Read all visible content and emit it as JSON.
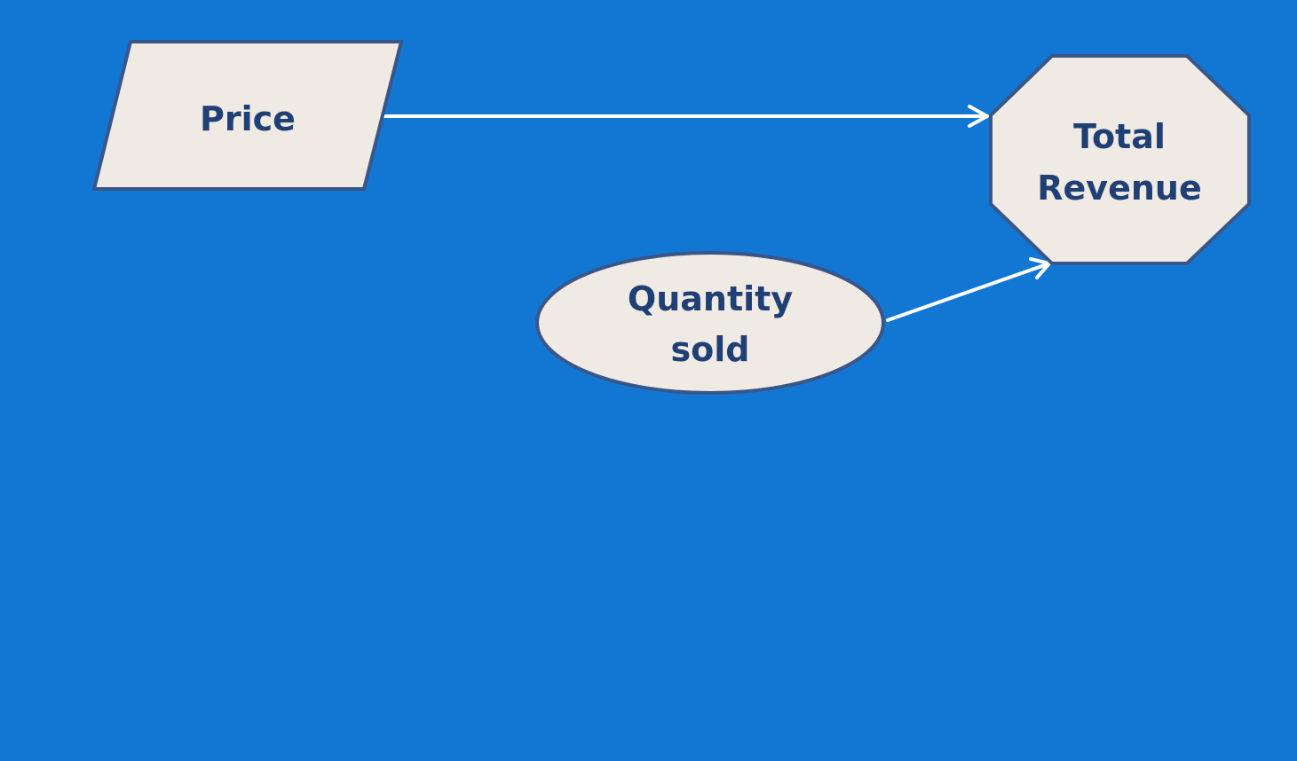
{
  "diagram": {
    "background_color": "#1276d3",
    "node_fill": "#efebe4",
    "node_stroke": "#3a5688",
    "label_color": "#203f74",
    "arrow_color": "#ffffff",
    "nodes": {
      "price": {
        "shape": "parallelogram",
        "label": "Price"
      },
      "quantity_sold": {
        "shape": "ellipse",
        "label_line1": "Quantity",
        "label_line2": "sold"
      },
      "total_revenue": {
        "shape": "octagon",
        "label_line1": "Total",
        "label_line2": "Revenue"
      }
    },
    "edges": [
      {
        "from": "Price",
        "to": "Total Revenue"
      },
      {
        "from": "Quantity sold",
        "to": "Total Revenue"
      }
    ]
  }
}
